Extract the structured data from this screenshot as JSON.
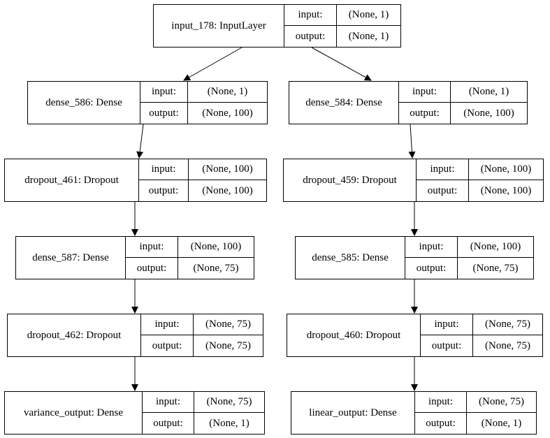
{
  "layers": {
    "input_178": {
      "label": "input_178: InputLayer",
      "input": "(None, 1)",
      "output": "(None, 1)"
    },
    "dense_586": {
      "label": "dense_586: Dense",
      "input": "(None, 1)",
      "output": "(None, 100)"
    },
    "dense_584": {
      "label": "dense_584: Dense",
      "input": "(None, 1)",
      "output": "(None, 100)"
    },
    "dropout_461": {
      "label": "dropout_461: Dropout",
      "input": "(None, 100)",
      "output": "(None, 100)"
    },
    "dropout_459": {
      "label": "dropout_459: Dropout",
      "input": "(None, 100)",
      "output": "(None, 100)"
    },
    "dense_587": {
      "label": "dense_587: Dense",
      "input": "(None, 100)",
      "output": "(None, 75)"
    },
    "dense_585": {
      "label": "dense_585: Dense",
      "input": "(None, 100)",
      "output": "(None, 75)"
    },
    "dropout_462": {
      "label": "dropout_462: Dropout",
      "input": "(None, 75)",
      "output": "(None, 75)"
    },
    "dropout_460": {
      "label": "dropout_460: Dropout",
      "input": "(None, 75)",
      "output": "(None, 75)"
    },
    "variance_output": {
      "label": "variance_output: Dense",
      "input": "(None, 75)",
      "output": "(None, 1)"
    },
    "linear_output": {
      "label": "linear_output: Dense",
      "input": "(None, 75)",
      "output": "(None, 1)"
    }
  },
  "row_keys": {
    "input": "input:",
    "output": "output:"
  },
  "edges": [
    [
      "input_178",
      "dense_586"
    ],
    [
      "input_178",
      "dense_584"
    ],
    [
      "dense_586",
      "dropout_461"
    ],
    [
      "dropout_461",
      "dense_587"
    ],
    [
      "dense_587",
      "dropout_462"
    ],
    [
      "dropout_462",
      "variance_output"
    ],
    [
      "dense_584",
      "dropout_459"
    ],
    [
      "dropout_459",
      "dense_585"
    ],
    [
      "dense_585",
      "dropout_460"
    ],
    [
      "dropout_460",
      "linear_output"
    ]
  ]
}
